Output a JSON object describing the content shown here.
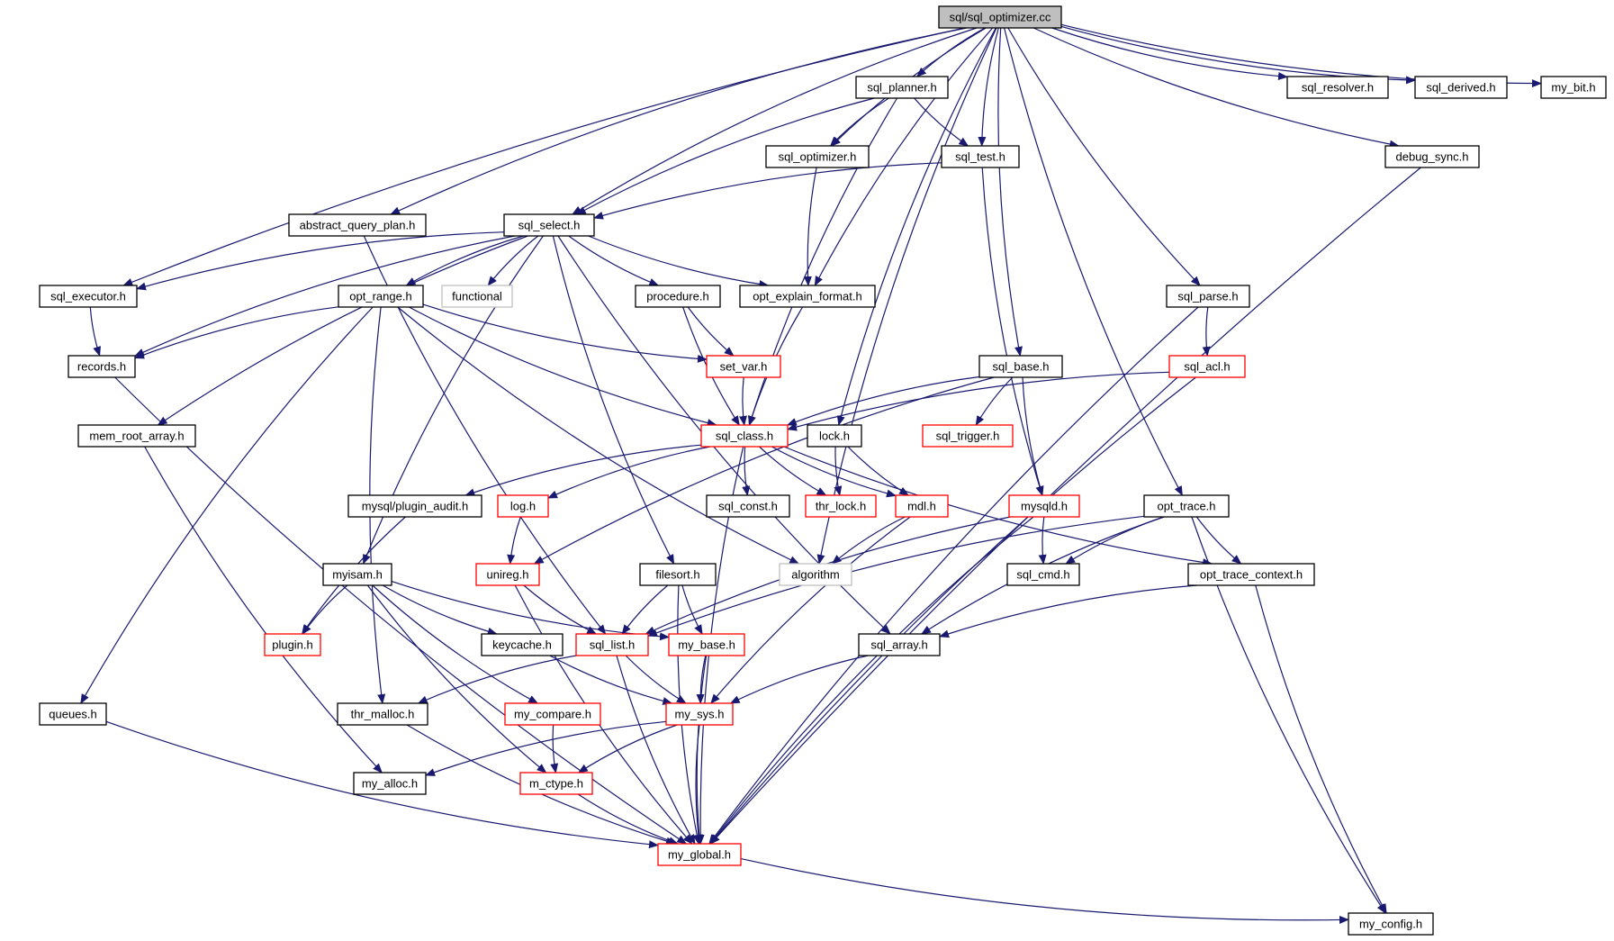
{
  "colors": {
    "edge": "#191970",
    "border_normal": "#000000",
    "border_incomplete": "#ff0000",
    "border_external": "#bfbfbf",
    "root_fill": "#bfbfbf",
    "background": "#ffffff"
  },
  "nodes": [
    {
      "id": "sql_optimizer_cc",
      "label": "sql/sql_optimizer.cc",
      "kind": "root"
    },
    {
      "id": "sql_planner_h",
      "label": "sql_planner.h",
      "kind": "normal"
    },
    {
      "id": "sql_resolver_h",
      "label": "sql_resolver.h",
      "kind": "normal"
    },
    {
      "id": "sql_derived_h",
      "label": "sql_derived.h",
      "kind": "normal"
    },
    {
      "id": "my_bit_h",
      "label": "my_bit.h",
      "kind": "normal"
    },
    {
      "id": "sql_optimizer_h",
      "label": "sql_optimizer.h",
      "kind": "normal"
    },
    {
      "id": "sql_test_h",
      "label": "sql_test.h",
      "kind": "normal"
    },
    {
      "id": "debug_sync_h",
      "label": "debug_sync.h",
      "kind": "normal"
    },
    {
      "id": "abstract_query_plan_h",
      "label": "abstract_query_plan.h",
      "kind": "normal"
    },
    {
      "id": "sql_select_h",
      "label": "sql_select.h",
      "kind": "normal"
    },
    {
      "id": "sql_executor_h",
      "label": "sql_executor.h",
      "kind": "normal"
    },
    {
      "id": "opt_range_h",
      "label": "opt_range.h",
      "kind": "normal"
    },
    {
      "id": "functional",
      "label": "functional",
      "kind": "external"
    },
    {
      "id": "procedure_h",
      "label": "procedure.h",
      "kind": "normal"
    },
    {
      "id": "opt_explain_format_h",
      "label": "opt_explain_format.h",
      "kind": "normal"
    },
    {
      "id": "sql_parse_h",
      "label": "sql_parse.h",
      "kind": "normal"
    },
    {
      "id": "records_h",
      "label": "records.h",
      "kind": "normal"
    },
    {
      "id": "set_var_h",
      "label": "set_var.h",
      "kind": "incomplete"
    },
    {
      "id": "sql_base_h",
      "label": "sql_base.h",
      "kind": "normal"
    },
    {
      "id": "sql_acl_h",
      "label": "sql_acl.h",
      "kind": "incomplete"
    },
    {
      "id": "mem_root_array_h",
      "label": "mem_root_array.h",
      "kind": "normal"
    },
    {
      "id": "sql_class_h",
      "label": "sql_class.h",
      "kind": "incomplete"
    },
    {
      "id": "lock_h",
      "label": "lock.h",
      "kind": "normal"
    },
    {
      "id": "sql_trigger_h",
      "label": "sql_trigger.h",
      "kind": "incomplete"
    },
    {
      "id": "mysql_plugin_audit_h",
      "label": "mysql/plugin_audit.h",
      "kind": "normal"
    },
    {
      "id": "log_h",
      "label": "log.h",
      "kind": "incomplete"
    },
    {
      "id": "sql_const_h",
      "label": "sql_const.h",
      "kind": "normal"
    },
    {
      "id": "thr_lock_h",
      "label": "thr_lock.h",
      "kind": "incomplete"
    },
    {
      "id": "mdl_h",
      "label": "mdl.h",
      "kind": "incomplete"
    },
    {
      "id": "mysqld_h",
      "label": "mysqld.h",
      "kind": "incomplete"
    },
    {
      "id": "opt_trace_h",
      "label": "opt_trace.h",
      "kind": "normal"
    },
    {
      "id": "myisam_h",
      "label": "myisam.h",
      "kind": "normal"
    },
    {
      "id": "unireg_h",
      "label": "unireg.h",
      "kind": "incomplete"
    },
    {
      "id": "filesort_h",
      "label": "filesort.h",
      "kind": "normal"
    },
    {
      "id": "algorithm",
      "label": "algorithm",
      "kind": "external"
    },
    {
      "id": "sql_cmd_h",
      "label": "sql_cmd.h",
      "kind": "normal"
    },
    {
      "id": "opt_trace_context_h",
      "label": "opt_trace_context.h",
      "kind": "normal"
    },
    {
      "id": "plugin_h",
      "label": "plugin.h",
      "kind": "incomplete"
    },
    {
      "id": "keycache_h",
      "label": "keycache.h",
      "kind": "normal"
    },
    {
      "id": "sql_list_h",
      "label": "sql_list.h",
      "kind": "incomplete"
    },
    {
      "id": "my_base_h",
      "label": "my_base.h",
      "kind": "incomplete"
    },
    {
      "id": "sql_array_h",
      "label": "sql_array.h",
      "kind": "normal"
    },
    {
      "id": "queues_h",
      "label": "queues.h",
      "kind": "normal"
    },
    {
      "id": "thr_malloc_h",
      "label": "thr_malloc.h",
      "kind": "normal"
    },
    {
      "id": "my_compare_h",
      "label": "my_compare.h",
      "kind": "incomplete"
    },
    {
      "id": "my_sys_h",
      "label": "my_sys.h",
      "kind": "incomplete"
    },
    {
      "id": "my_alloc_h",
      "label": "my_alloc.h",
      "kind": "normal"
    },
    {
      "id": "m_ctype_h",
      "label": "m_ctype.h",
      "kind": "incomplete"
    },
    {
      "id": "my_global_h",
      "label": "my_global.h",
      "kind": "incomplete"
    },
    {
      "id": "my_config_h",
      "label": "my_config.h",
      "kind": "normal"
    }
  ],
  "edges": [
    [
      "sql_optimizer_cc",
      "sql_planner_h"
    ],
    [
      "sql_optimizer_cc",
      "sql_resolver_h"
    ],
    [
      "sql_optimizer_cc",
      "sql_derived_h"
    ],
    [
      "sql_optimizer_cc",
      "my_bit_h"
    ],
    [
      "sql_optimizer_cc",
      "sql_optimizer_h"
    ],
    [
      "sql_optimizer_cc",
      "sql_test_h"
    ],
    [
      "sql_optimizer_cc",
      "debug_sync_h"
    ],
    [
      "sql_optimizer_cc",
      "abstract_query_plan_h"
    ],
    [
      "sql_optimizer_cc",
      "sql_select_h"
    ],
    [
      "sql_optimizer_cc",
      "sql_executor_h"
    ],
    [
      "sql_optimizer_cc",
      "opt_explain_format_h"
    ],
    [
      "sql_optimizer_cc",
      "sql_parse_h"
    ],
    [
      "sql_optimizer_cc",
      "sql_base_h"
    ],
    [
      "sql_optimizer_cc",
      "lock_h"
    ],
    [
      "sql_optimizer_cc",
      "opt_trace_h"
    ],
    [
      "sql_optimizer_cc",
      "algorithm"
    ],
    [
      "sql_planner_h",
      "sql_optimizer_h"
    ],
    [
      "sql_planner_h",
      "sql_test_h"
    ],
    [
      "sql_planner_h",
      "sql_select_h"
    ],
    [
      "sql_planner_h",
      "sql_class_h"
    ],
    [
      "sql_optimizer_h",
      "opt_explain_format_h"
    ],
    [
      "sql_test_h",
      "sql_select_h"
    ],
    [
      "sql_test_h",
      "mysqld_h"
    ],
    [
      "debug_sync_h",
      "my_global_h"
    ],
    [
      "abstract_query_plan_h",
      "sql_list_h"
    ],
    [
      "sql_select_h",
      "sql_executor_h"
    ],
    [
      "sql_select_h",
      "records_h"
    ],
    [
      "sql_select_h",
      "opt_range_h"
    ],
    [
      "sql_select_h",
      "functional"
    ],
    [
      "sql_select_h",
      "procedure_h"
    ],
    [
      "sql_select_h",
      "opt_explain_format_h"
    ],
    [
      "sql_select_h",
      "mem_root_array_h"
    ],
    [
      "sql_select_h",
      "myisam_h"
    ],
    [
      "sql_select_h",
      "filesort_h"
    ],
    [
      "sql_select_h",
      "sql_array_h"
    ],
    [
      "sql_executor_h",
      "records_h"
    ],
    [
      "opt_range_h",
      "records_h"
    ],
    [
      "opt_range_h",
      "set_var_h"
    ],
    [
      "opt_range_h",
      "sql_class_h"
    ],
    [
      "opt_range_h",
      "queues_h"
    ],
    [
      "opt_range_h",
      "thr_malloc_h"
    ],
    [
      "opt_range_h",
      "algorithm"
    ],
    [
      "procedure_h",
      "set_var_h"
    ],
    [
      "procedure_h",
      "sql_class_h"
    ],
    [
      "opt_explain_format_h",
      "sql_class_h"
    ],
    [
      "sql_parse_h",
      "sql_acl_h"
    ],
    [
      "sql_parse_h",
      "my_global_h"
    ],
    [
      "records_h",
      "my_global_h"
    ],
    [
      "set_var_h",
      "sql_class_h"
    ],
    [
      "sql_base_h",
      "sql_class_h"
    ],
    [
      "sql_base_h",
      "sql_trigger_h"
    ],
    [
      "sql_base_h",
      "mysqld_h"
    ],
    [
      "sql_base_h",
      "unireg_h"
    ],
    [
      "sql_acl_h",
      "sql_class_h"
    ],
    [
      "sql_acl_h",
      "my_global_h"
    ],
    [
      "mem_root_array_h",
      "my_alloc_h"
    ],
    [
      "sql_class_h",
      "mysql_plugin_audit_h"
    ],
    [
      "sql_class_h",
      "log_h"
    ],
    [
      "sql_class_h",
      "sql_const_h"
    ],
    [
      "sql_class_h",
      "thr_lock_h"
    ],
    [
      "sql_class_h",
      "mdl_h"
    ],
    [
      "sql_class_h",
      "opt_trace_context_h"
    ],
    [
      "sql_class_h",
      "my_global_h"
    ],
    [
      "lock_h",
      "thr_lock_h"
    ],
    [
      "lock_h",
      "mdl_h"
    ],
    [
      "mysql_plugin_audit_h",
      "plugin_h"
    ],
    [
      "log_h",
      "unireg_h"
    ],
    [
      "mdl_h",
      "algorithm"
    ],
    [
      "mdl_h",
      "my_sys_h"
    ],
    [
      "mysqld_h",
      "sql_cmd_h"
    ],
    [
      "mysqld_h",
      "sql_list_h"
    ],
    [
      "mysqld_h",
      "my_global_h"
    ],
    [
      "opt_trace_h",
      "sql_cmd_h"
    ],
    [
      "opt_trace_h",
      "opt_trace_context_h"
    ],
    [
      "opt_trace_h",
      "sql_array_h"
    ],
    [
      "opt_trace_h",
      "my_config_h"
    ],
    [
      "opt_trace_h",
      "sql_list_h"
    ],
    [
      "myisam_h",
      "plugin_h"
    ],
    [
      "myisam_h",
      "keycache_h"
    ],
    [
      "myisam_h",
      "my_base_h"
    ],
    [
      "myisam_h",
      "my_compare_h"
    ],
    [
      "myisam_h",
      "m_ctype_h"
    ],
    [
      "unireg_h",
      "sql_list_h"
    ],
    [
      "unireg_h",
      "my_global_h"
    ],
    [
      "filesort_h",
      "sql_list_h"
    ],
    [
      "filesort_h",
      "my_base_h"
    ],
    [
      "filesort_h",
      "my_global_h"
    ],
    [
      "opt_trace_context_h",
      "sql_array_h"
    ],
    [
      "opt_trace_context_h",
      "my_config_h"
    ],
    [
      "keycache_h",
      "my_sys_h"
    ],
    [
      "sql_list_h",
      "my_sys_h"
    ],
    [
      "sql_list_h",
      "thr_malloc_h"
    ],
    [
      "sql_list_h",
      "my_global_h"
    ],
    [
      "my_base_h",
      "my_sys_h"
    ],
    [
      "my_base_h",
      "my_global_h"
    ],
    [
      "sql_array_h",
      "my_sys_h"
    ],
    [
      "queues_h",
      "my_global_h"
    ],
    [
      "thr_malloc_h",
      "my_global_h"
    ],
    [
      "my_compare_h",
      "m_ctype_h"
    ],
    [
      "my_sys_h",
      "my_alloc_h"
    ],
    [
      "my_sys_h",
      "m_ctype_h"
    ],
    [
      "my_sys_h",
      "my_global_h"
    ],
    [
      "m_ctype_h",
      "my_global_h"
    ],
    [
      "my_global_h",
      "my_config_h"
    ]
  ]
}
